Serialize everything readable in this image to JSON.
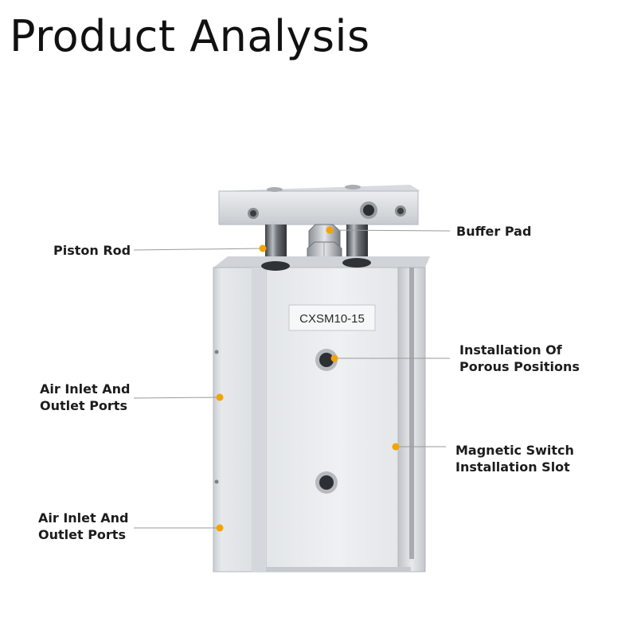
{
  "title": "Product Analysis",
  "model_label": "CXSM10-15",
  "accent_color": "#f4a300",
  "callouts": {
    "piston_rod": {
      "lines": [
        "Piston Rod"
      ]
    },
    "buffer_pad": {
      "lines": [
        "Buffer Pad"
      ]
    },
    "air_port_upper": {
      "lines": [
        "Air Inlet And",
        "Outlet Ports"
      ]
    },
    "installation_porous": {
      "lines": [
        "Installation Of",
        "Porous Positions"
      ]
    },
    "magnetic_slot": {
      "lines": [
        "Magnetic Switch",
        "Installation Slot"
      ]
    },
    "air_port_lower": {
      "lines": [
        "Air Inlet And",
        "Outlet Ports"
      ]
    }
  }
}
